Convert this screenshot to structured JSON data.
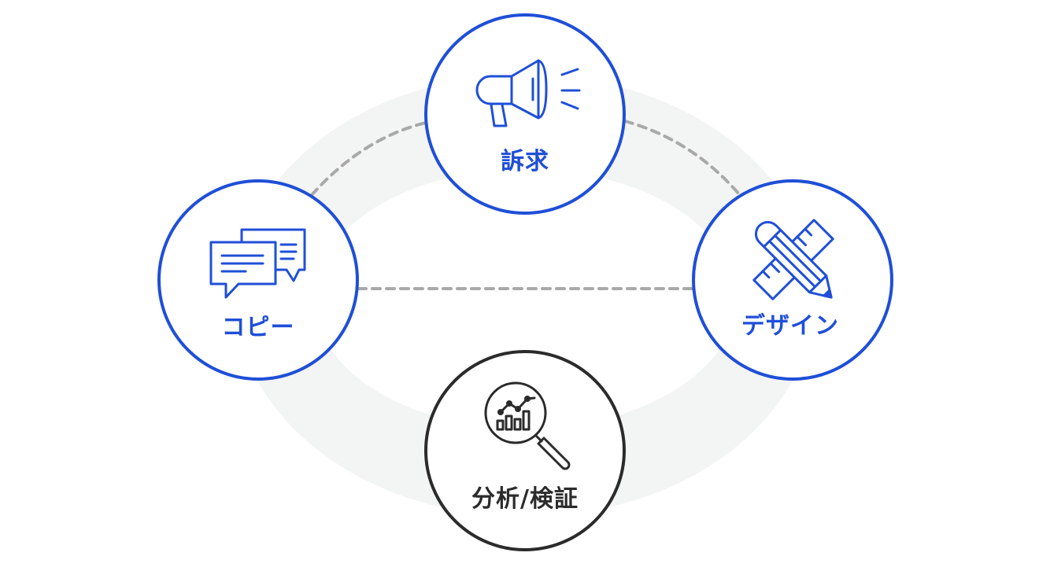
{
  "diagram": {
    "colors": {
      "primary": "#1f4fd8",
      "dark": "#2b2b2b",
      "ring": "#f3f4f4",
      "connector": "#a9a9a9",
      "background": "#ffffff"
    },
    "nodes": [
      {
        "id": "appeal",
        "label": "訴求",
        "icon": "megaphone-icon",
        "color": "primary"
      },
      {
        "id": "copy",
        "label": "コピー",
        "icon": "speech-bubbles-icon",
        "color": "primary"
      },
      {
        "id": "design",
        "label": "デザイン",
        "icon": "pencil-ruler-icon",
        "color": "primary"
      },
      {
        "id": "analysis",
        "label": "分析/検証",
        "icon": "magnifier-chart-icon",
        "color": "dark"
      }
    ],
    "connections": [
      {
        "from": "copy",
        "to": "appeal",
        "style": "dashed"
      },
      {
        "from": "appeal",
        "to": "design",
        "style": "dashed"
      },
      {
        "from": "copy",
        "to": "design",
        "style": "dashed"
      }
    ]
  }
}
